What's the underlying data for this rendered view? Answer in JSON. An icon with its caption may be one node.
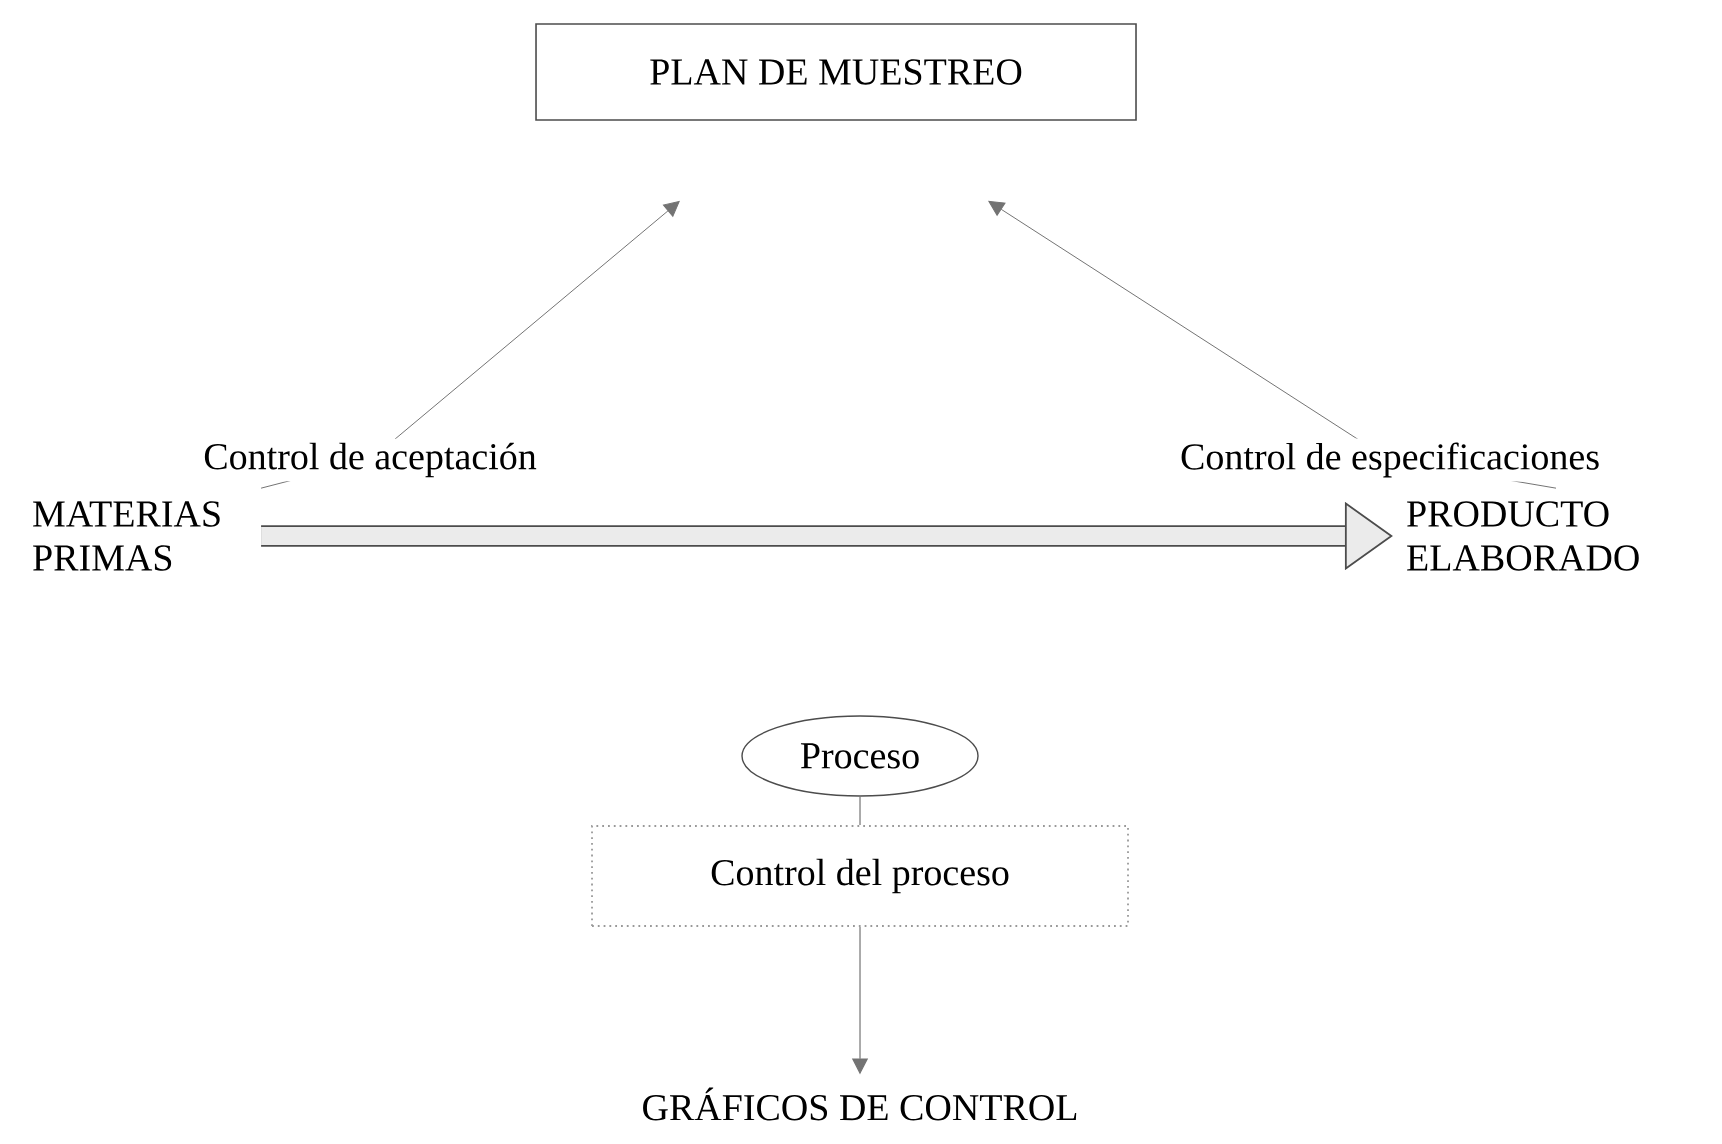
{
  "diagram": {
    "nodes": [
      {
        "text": [
          "PLAN DE MUESTREO"
        ]
      },
      {
        "text": [
          "MATERIAS PRIMAS"
        ]
      },
      {
        "text": [
          "PRODUCTO ELABORADO"
        ]
      },
      {
        "text": [
          "Proceso"
        ]
      },
      {
        "text": [
          "Control del proceso"
        ]
      },
      {
        "text": [
          "GRÁFICOS DE CONTROL"
        ]
      }
    ],
    "edges": [
      {
        "from": 1,
        "to": 0,
        "arrow": "to",
        "label": "Control de aceptación"
      },
      {
        "from": 2,
        "to": 0,
        "arrow": "to",
        "label": "Control de especificaciones"
      },
      {
        "from": 1,
        "to": 2,
        "arrow": "to",
        "style": "thick"
      },
      {
        "from": 3,
        "to": 4,
        "arrow": "none"
      },
      {
        "from": 4,
        "to": 5,
        "arrow": "to"
      }
    ]
  }
}
